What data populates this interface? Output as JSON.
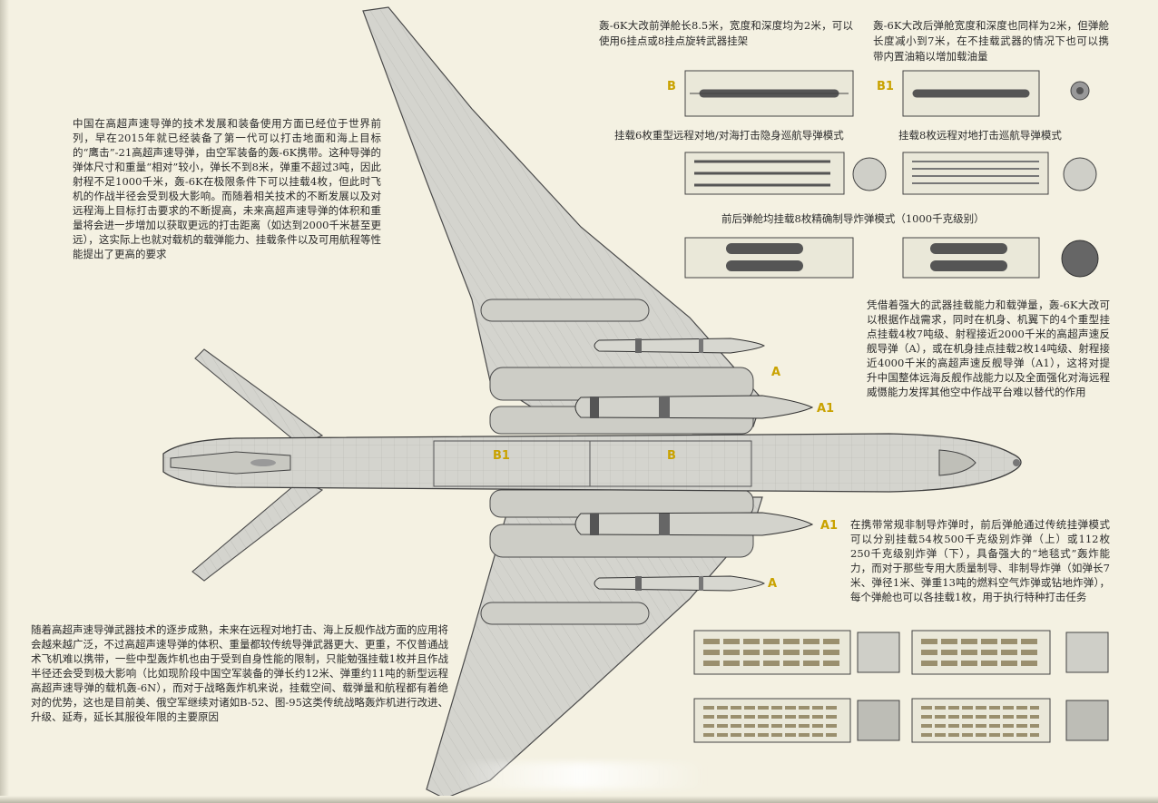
{
  "intro_text": "中国在高超声速导弹的技术发展和装备使用方面已经位于世界前列，早在2015年就已经装备了第一代可以打击地面和海上目标的“鹰击”-21高超声速导弹，由空军装备的轰-6K携带。这种导弹的弹体尺寸和重量“相对”较小，弹长不到8米，弹重不超过3吨，因此射程不足1000千米，轰-6K在极限条件下可以挂载4枚，但此时飞机的作战半径会受到极大影响。而随着相关技术的不断发展以及对远程海上目标打击要求的不断提高，未来高超声速导弹的体积和重量将会进一步增加以获取更远的打击距离（如达到2000千米甚至更远），这实际上也就对载机的载弹能力、挂载条件以及可用航程等性能提出了更高的要求",
  "front_bay_caption": "轰-6K大改前弹舱长8.5米，宽度和深度均为2米，可以使用6挂点或8挂点旋转武器挂架",
  "rear_bay_caption": "轰-6K大改后弹舱宽度和深度也同样为2米，但弹舱长度减小到7米，在不挂载武器的情况下也可以携带内置油箱以增加载油量",
  "mode_6_caption": "挂载6枚重型远程对地/对海打击隐身巡航导弹模式",
  "mode_8_caption": "挂载8枚远程对地打击巡航导弹模式",
  "mode_bomb_caption": "前后弹舱均挂载8枚精确制导炸弹模式（1000千克级别）",
  "right_top_text": "凭借着强大的武器挂载能力和载弹量，轰-6K大改可以根据作战需求，同时在机身、机翼下的4个重型挂点挂载4枚7吨级、射程接近2000千米的高超声速反舰导弹（A），或在机身挂点挂载2枚14吨级、射程接近4000千米的高超声速反舰导弹（A1），这将对提升中国整体远海反舰作战能力以及全面强化对海远程威慑能力发挥其他空中作战平台难以替代的作用",
  "right_bottom_text": "在携带常规非制导炸弹时，前后弹舱通过传统挂弹模式可以分别挂载54枚500千克级别炸弹（上）或112枚250千克级别炸弹（下），具备强大的“地毯式”轰炸能力，而对于那些专用大质量制导、非制导炸弹（如弹长7米、弹径1米、弹重13吨的燃料空气炸弹或钻地炸弹），每个弹舱也可以各挂载1枚，用于执行特种打击任务",
  "bottom_left_text": "随着高超声速导弹武器技术的逐步成熟，未来在远程对地打击、海上反舰作战方面的应用将会越来越广泛，不过高超声速导弹的体积、重量都较传统导弹武器更大、更重，不仅普通战术飞机难以携带，一些中型轰炸机也由于受到自身性能的限制，只能勉强挂载1枚并且作战半径还会受到极大影响（比如现阶段中国空军装备的弹长约12米、弹重约11吨的新型远程高超声速导弹的载机轰-6N），而对于战略轰炸机来说，挂载空间、载弹量和航程都有着绝对的优势，这也是目前美、俄空军继续对诸如B-52、图-95这类传统战略轰炸机进行改进、升级、延寿，延长其服役年限的主要原因",
  "labels": {
    "bay_b": "B",
    "bay_b1": "B1",
    "missile_a": "A",
    "missile_a1": "A1"
  },
  "colors": {
    "paper": "#f4f1e2",
    "airframe": "#d2d2cc",
    "airframe_line": "#4a4a4a",
    "label_yellow": "#c9a200"
  }
}
